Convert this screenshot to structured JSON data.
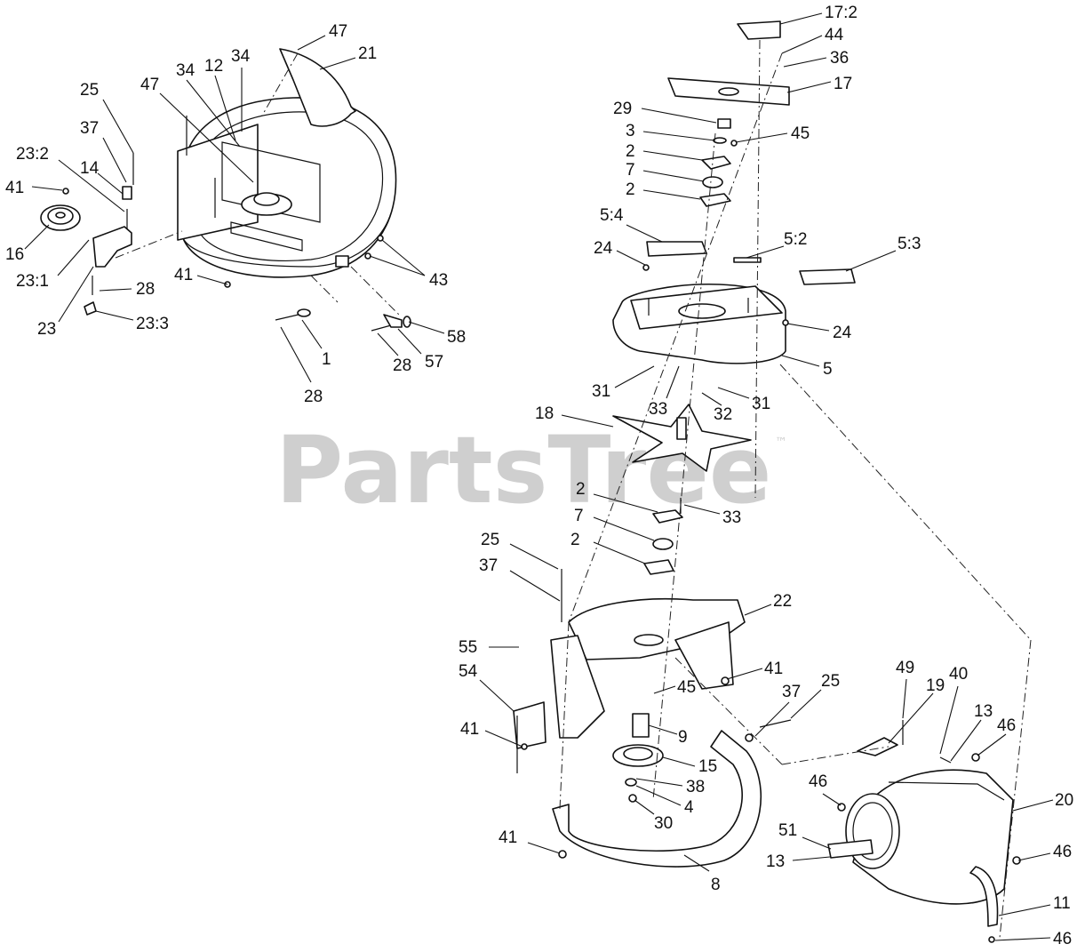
{
  "watermark": {
    "text": "PartsTree",
    "trademark": "™"
  },
  "callouts": [
    "47",
    "21",
    "34",
    "12",
    "34",
    "47",
    "25",
    "37",
    "23:2",
    "14",
    "41",
    "16",
    "23:1",
    "23",
    "28",
    "23:3",
    "41",
    "43",
    "1",
    "28",
    "58",
    "57",
    "28",
    "17:2",
    "44",
    "36",
    "17",
    "29",
    "45",
    "3",
    "2",
    "7",
    "2",
    "5:4",
    "5:2",
    "5:3",
    "24",
    "24",
    "5",
    "31",
    "33",
    "32",
    "31",
    "18",
    "2",
    "33",
    "7",
    "2",
    "25",
    "37",
    "22",
    "55",
    "54",
    "41",
    "41",
    "45",
    "9",
    "37",
    "25",
    "49",
    "19",
    "40",
    "13",
    "46",
    "15",
    "38",
    "4",
    "30",
    "46",
    "20",
    "51",
    "13",
    "46",
    "41",
    "8",
    "11",
    "46"
  ]
}
